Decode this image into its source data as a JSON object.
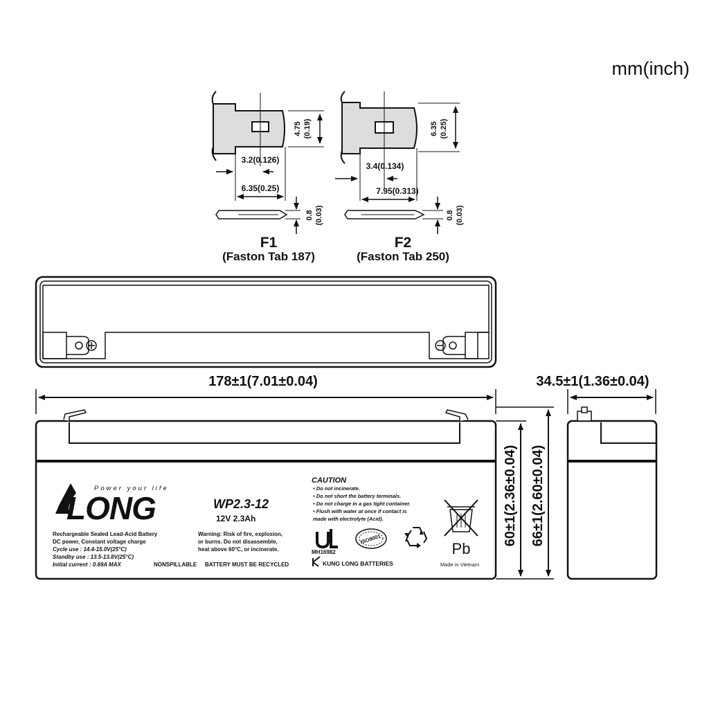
{
  "units": "mm(inch)",
  "terminals": [
    {
      "code": "F1",
      "name": "(Faston Tab 187)",
      "height": "4.75",
      "height_in": "(0.19)",
      "hole_offset": "3.2(0.126)",
      "width": "6.35(0.25)",
      "thickness": "0.8",
      "thickness_in": "(0.03)"
    },
    {
      "code": "F2",
      "name": "(Faston Tab 250)",
      "height": "6.35",
      "height_in": "(0.25)",
      "hole_offset": "3.4(0.134)",
      "width": "7.95(0.313)",
      "thickness": "0.8",
      "thickness_in": "(0.03)"
    }
  ],
  "dimensions": {
    "length": "178±1(7.01±0.04)",
    "width": "34.5±1(1.36±0.04)",
    "container_height": "60±1(2.36±0.04)",
    "total_height": "66±1(2.60±0.04)"
  },
  "label": {
    "brand": "LONG",
    "tagline": "Power your life",
    "model": "WP2.3-12",
    "rating": "12V 2.3Ah",
    "spec_lines": [
      "Rechargeable Sealed Lead-Acid Battery",
      "DC power, Constant voltage charge",
      "Cycle  use : 14.4-15.0V(25°C)",
      "Standby use : 13.5-13.8V(25°C)",
      "Initial current : 0.69A MAX"
    ],
    "warning_lines": [
      "Warning: Risk of fire, explosion,",
      "or burns. Do not disassemble,",
      "heat above 60°C, or incinerate."
    ],
    "nonspillable": "NONSPILLABLE",
    "recycled": "BATTERY MUST BE RECYCLED",
    "caution_title": "CAUTION",
    "caution_lines": [
      "• Do not incinerate.",
      "• Do not short the battery terminals.",
      "• Do not charge in a gas tight container.",
      "• Flush with water at once if contact is",
      "  made with electrolyte (Acid)."
    ],
    "ul_file": "MH16982",
    "iso": "ISO9001",
    "maker": "KUNG LONG BATTERIES",
    "pb": "Pb",
    "origin": "Made in Vietnam"
  }
}
